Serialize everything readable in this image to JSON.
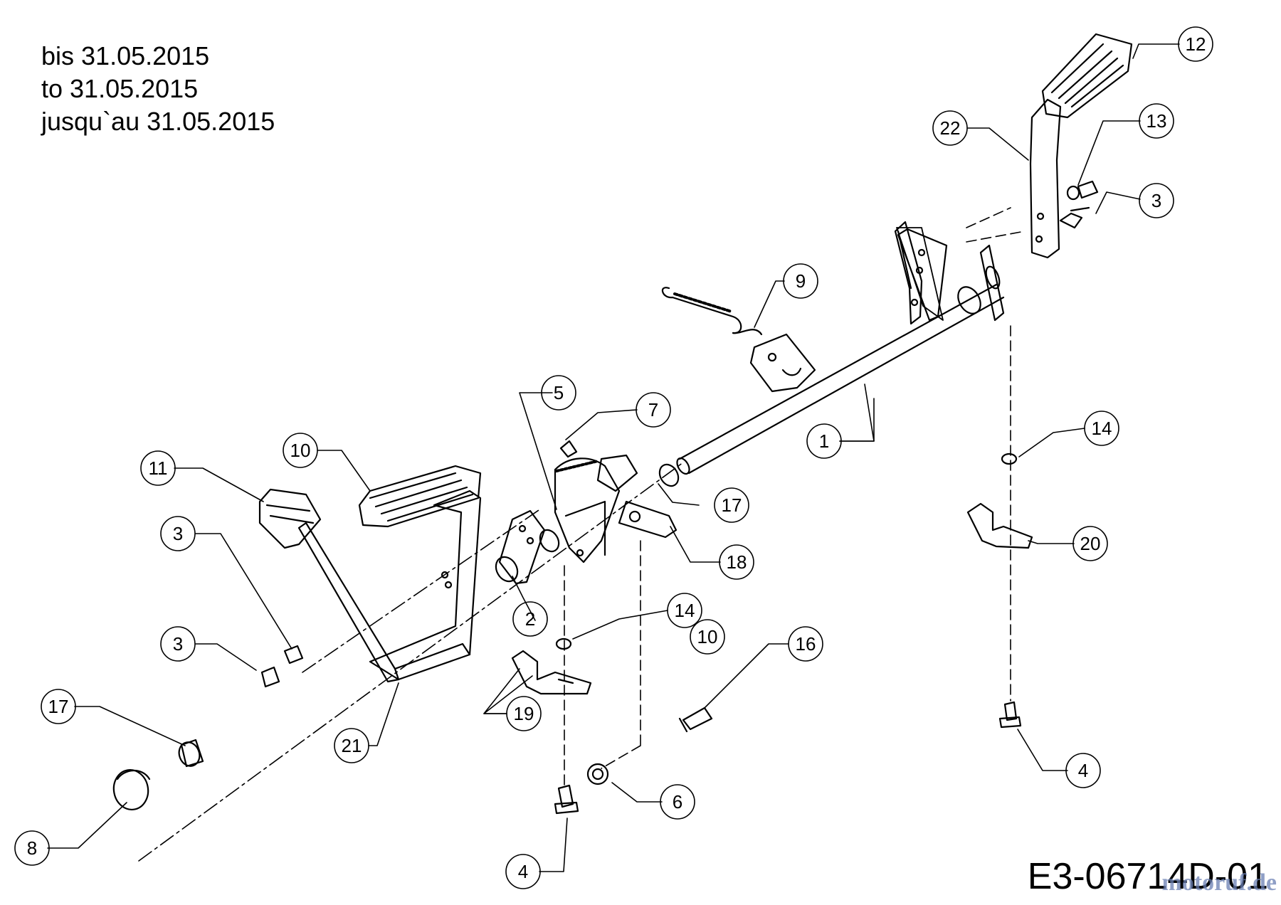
{
  "notes": [
    "bis 31.05.2015",
    "to 31.05.2015",
    "jusqu`au 31.05.2015"
  ],
  "drawing_code": "E3-06714D-01",
  "watermark": "motoruf.de",
  "callouts": [
    "12",
    "22",
    "13",
    "3",
    "9",
    "1",
    "5",
    "7",
    "14",
    "20",
    "17",
    "11",
    "10",
    "18",
    "2",
    "3",
    "14",
    "10",
    "16",
    "3",
    "19",
    "21",
    "17",
    "6",
    "4",
    "8",
    "4"
  ]
}
